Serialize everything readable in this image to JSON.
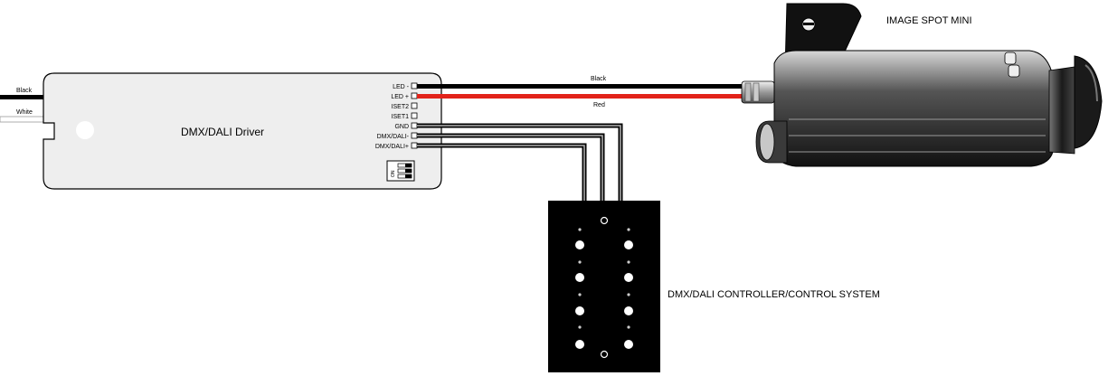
{
  "input_wires": {
    "black": "Black",
    "white": "White"
  },
  "driver": {
    "title": "DMX/DALI Driver",
    "terminals": [
      "LED -",
      "LED +",
      "ISET2",
      "ISET1",
      "GND",
      "DMX/DALI-",
      "DMX/DALI+"
    ],
    "dip_label": "ON"
  },
  "output_wires": {
    "black": "Black",
    "red": "Red"
  },
  "fixture": {
    "title": "IMAGE SPOT MINI"
  },
  "controller": {
    "title": "DMX/DALI CONTROLLER/CONTROL SYSTEM"
  },
  "colors": {
    "wire_black": "#000000",
    "wire_red": "#e2231a",
    "wire_gray": "#b3b3b3",
    "driver_fill": "#eeeeee",
    "controller_fill": "#000000"
  }
}
